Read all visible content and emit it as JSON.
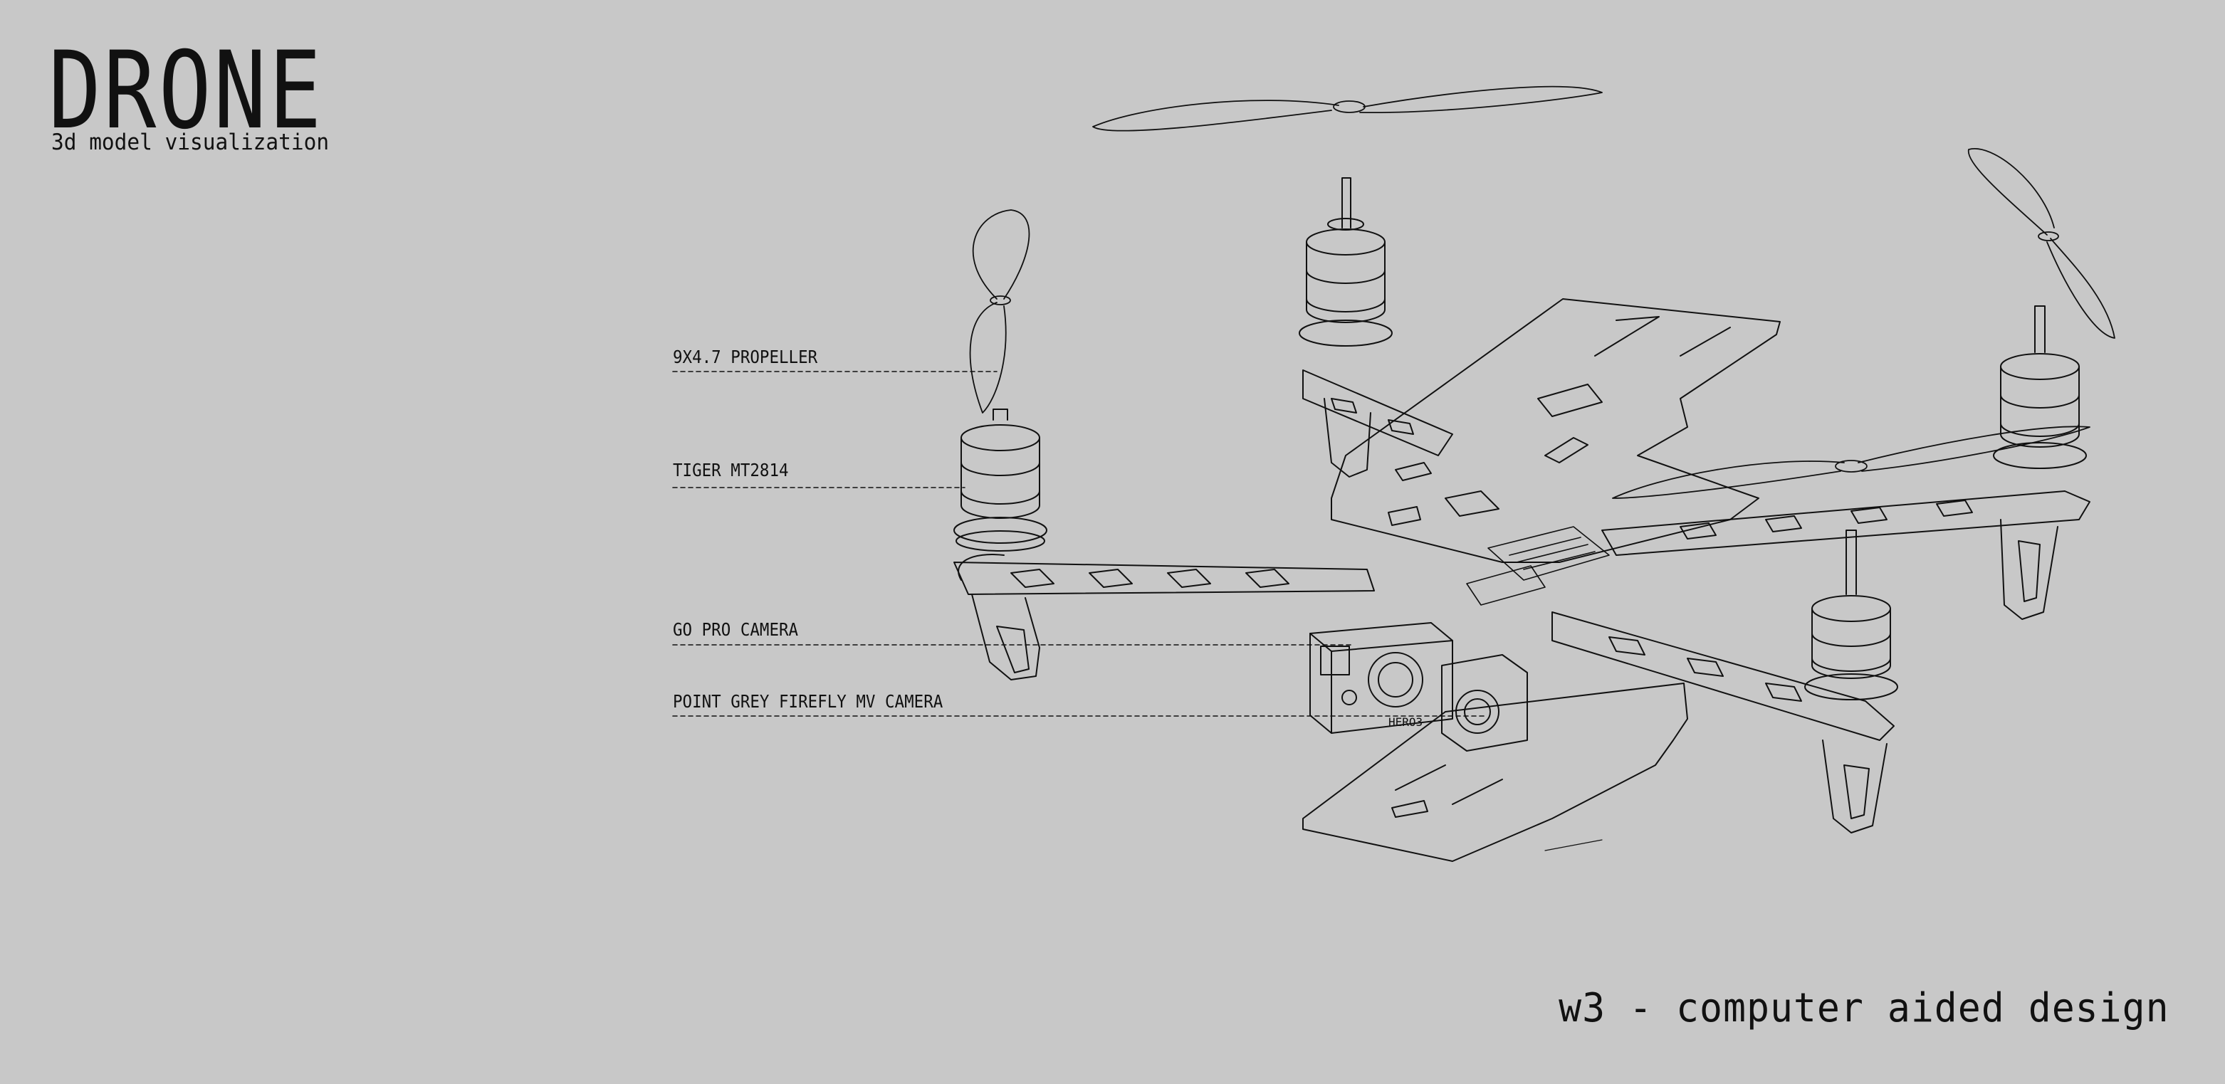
{
  "title": "DRONE",
  "subtitle": "3d model visualization",
  "footer": "w3 - computer aided design",
  "callouts": [
    {
      "label": "9X4.7 PROPELLER"
    },
    {
      "label": "TIGER MT2814"
    },
    {
      "label": "GO PRO CAMERA"
    },
    {
      "label": "POINT GREY FIREFLY MV CAMERA"
    }
  ],
  "camera_brand": "HERO3",
  "colors": {
    "background": "#c8c8c8",
    "ink": "#111111"
  }
}
